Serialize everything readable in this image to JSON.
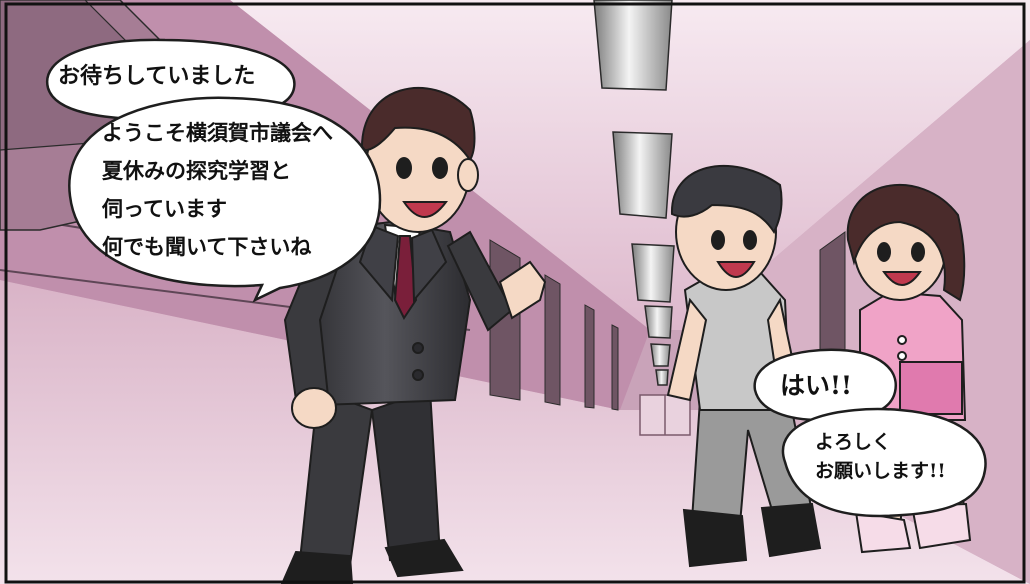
{
  "scene": {
    "colors": {
      "wall": "#c79fb6",
      "floor": "#e6c9d7",
      "ceiling": "#f3e2eb",
      "suit": "#3a3a3e",
      "tie": "#7a1f3a",
      "pink_shirt": "#f0a3c7"
    }
  },
  "bubbles": {
    "greeting": "お待ちしていました",
    "welcome_lines": [
      "ようこそ横須賀市議会へ",
      "夏休みの探究学習と",
      "伺っています",
      "何でも聞いて下さいね"
    ],
    "reply_yes": "はい!!",
    "reply_lines": [
      "よろしく",
      "お願いします!!"
    ]
  }
}
